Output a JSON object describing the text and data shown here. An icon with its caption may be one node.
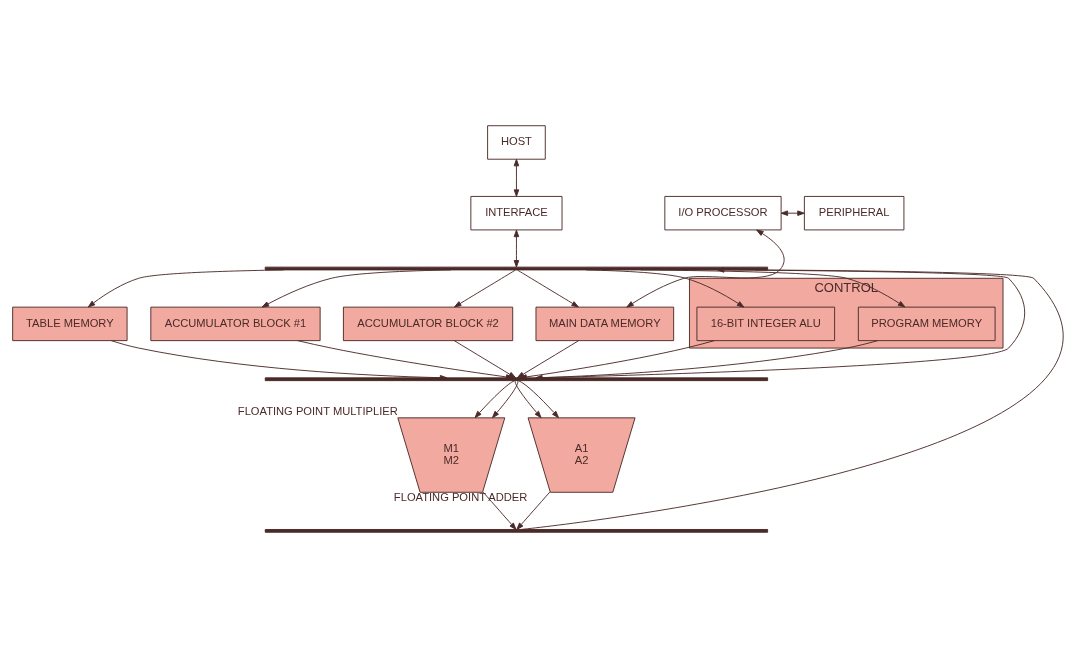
{
  "diagram": {
    "nodes": [
      {
        "text": [
          "HOST"
        ]
      },
      {
        "text": [
          "INTERFACE"
        ]
      },
      {
        "text": [
          "I/O PROCESSOR"
        ]
      },
      {
        "text": [
          "PERIPHERAL"
        ]
      },
      {
        "text": [],
        "shape": "bar"
      },
      {
        "text": [
          "TABLE MEMORY"
        ]
      },
      {
        "text": [
          "ACCUMULATOR BLOCK #1"
        ]
      },
      {
        "text": [
          "ACCUMULATOR BLOCK #2"
        ]
      },
      {
        "text": [
          "MAIN DATA MEMORY"
        ]
      },
      {
        "text": [
          "CONTROL"
        ]
      },
      {
        "text": [
          "PROGRAM MEMORY"
        ],
        "in": 9
      },
      {
        "text": [
          "16-BIT INTEGER ALU"
        ],
        "in": 9
      },
      {
        "text": [],
        "shape": "bar"
      },
      {
        "text": [
          "M1",
          "M2"
        ],
        "beside": [
          "FLOATING POINT MULTIPLIER"
        ]
      },
      {
        "text": [
          "A1",
          "A2"
        ],
        "beside": [
          "FLOATING POINT ADDER"
        ]
      },
      {
        "text": [],
        "shape": "bar"
      }
    ],
    "edges": [
      {
        "from": 0,
        "to": 1,
        "arrow": "both"
      },
      {
        "from": 1,
        "to": 4,
        "arrow": "both"
      },
      {
        "from": 8,
        "to": 2,
        "arrow": "both"
      },
      {
        "from": 2,
        "to": 3,
        "arrow": "both"
      },
      {
        "from": 4,
        "to": 5,
        "arrow": "to"
      },
      {
        "from": 4,
        "to": 6,
        "arrow": "to"
      },
      {
        "from": 4,
        "to": 7,
        "arrow": "to"
      },
      {
        "from": 4,
        "to": 8,
        "arrow": "to"
      },
      {
        "from": 4,
        "to": 10,
        "arrow": "to"
      },
      {
        "from": 4,
        "to": 11,
        "arrow": "to"
      },
      {
        "from": 5,
        "to": 12,
        "arrow": "to"
      },
      {
        "from": 6,
        "to": 12,
        "arrow": "to"
      },
      {
        "from": 7,
        "to": 12,
        "arrow": "to"
      },
      {
        "from": 8,
        "to": 12,
        "arrow": "to"
      },
      {
        "from": 10,
        "to": 12,
        "arrow": "to"
      },
      {
        "from": 11,
        "to": 12,
        "arrow": "to"
      },
      {
        "from": 12,
        "to": 13,
        "arrow": "to"
      },
      {
        "from": 12,
        "to": 13,
        "arrow": "to"
      },
      {
        "from": 12,
        "to": 14,
        "arrow": "to"
      },
      {
        "from": 12,
        "to": 14,
        "arrow": "to"
      },
      {
        "from": 13,
        "to": 15,
        "arrow": "to"
      },
      {
        "from": 14,
        "to": 15,
        "arrow": "to"
      },
      {
        "from": 15,
        "to": 4,
        "arrow": "none"
      },
      {
        "from": 12,
        "to": 4,
        "arrow": "to"
      }
    ]
  }
}
